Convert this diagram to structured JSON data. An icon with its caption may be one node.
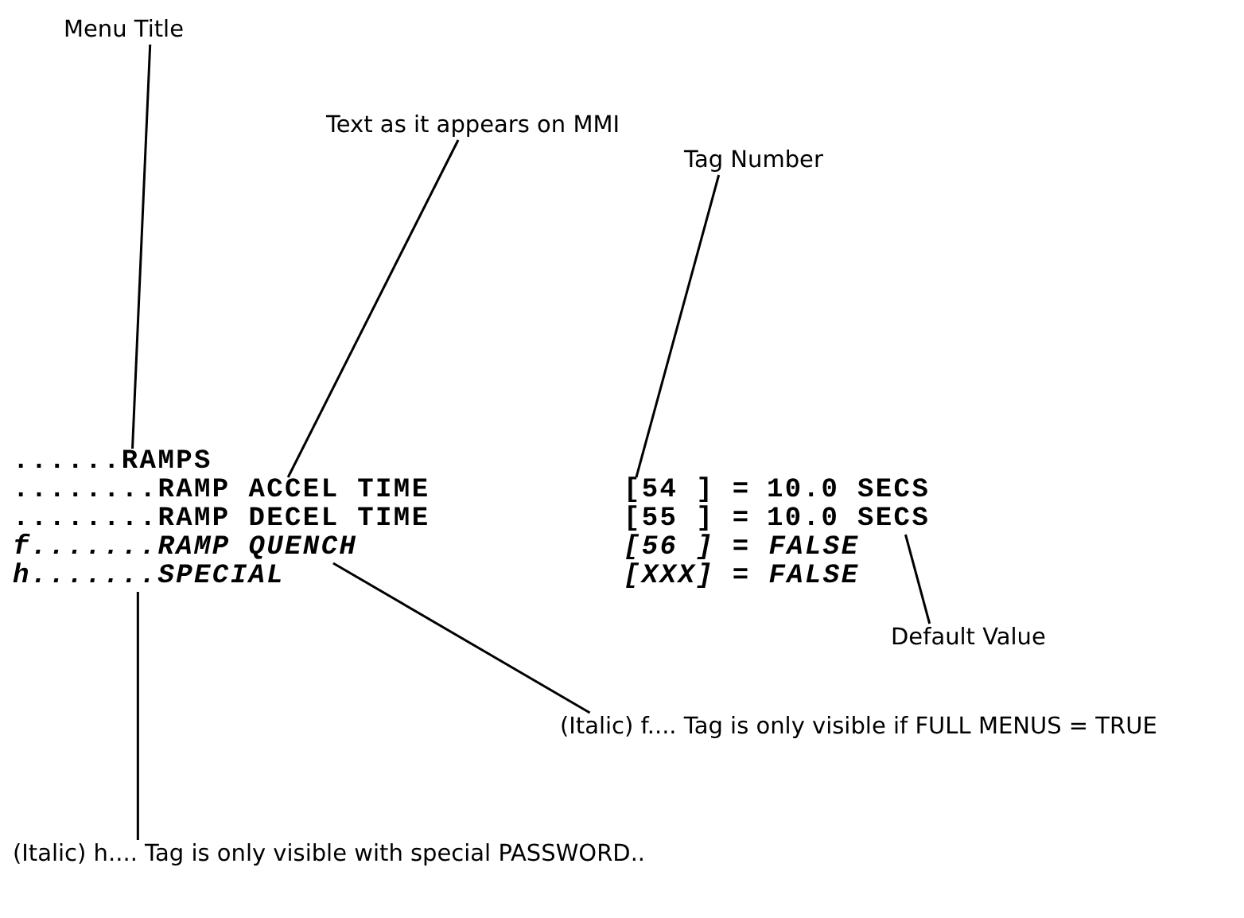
{
  "diagram": {
    "nodes": [
      {
        "text": [
          "Menu Title"
        ]
      },
      {
        "text": [
          "Text as it appears on MMI"
        ]
      },
      {
        "text": [
          "Tag Number"
        ]
      },
      {
        "text": [
          "......RAMPS"
        ]
      },
      {
        "text": [
          "........RAMP ACCEL TIME"
        ]
      },
      {
        "text": [
          "[54 ] ="
        ]
      },
      {
        "text": [
          "10.0 SECS"
        ]
      },
      {
        "text": [
          "f.......RAMP QUENCH"
        ]
      },
      {
        "text": [
          "h.......SPECIAL"
        ]
      },
      {
        "text": [
          "Default Value"
        ]
      },
      {
        "text": [
          "(Italic) f.... Tag is only visible if FULL MENUS = TRUE"
        ]
      },
      {
        "text": [
          "(Italic) h.... Tag is only visible with special PASSWORD.."
        ]
      }
    ],
    "edges": [
      {
        "from": 0,
        "to": 3,
        "arrow": "none"
      },
      {
        "from": 1,
        "to": 4,
        "arrow": "none"
      },
      {
        "from": 2,
        "to": 5,
        "arrow": "none"
      },
      {
        "from": 9,
        "to": 6,
        "arrow": "none"
      },
      {
        "from": 10,
        "to": 7,
        "arrow": "none"
      },
      {
        "from": 11,
        "to": 8,
        "arrow": "none"
      }
    ],
    "labels": [
      "10.0 SECS",
      "........RAMP DECEL TIME",
      "[55 ] =",
      "[56 ] = FALSE",
      "[XXX] = FALSE"
    ]
  }
}
